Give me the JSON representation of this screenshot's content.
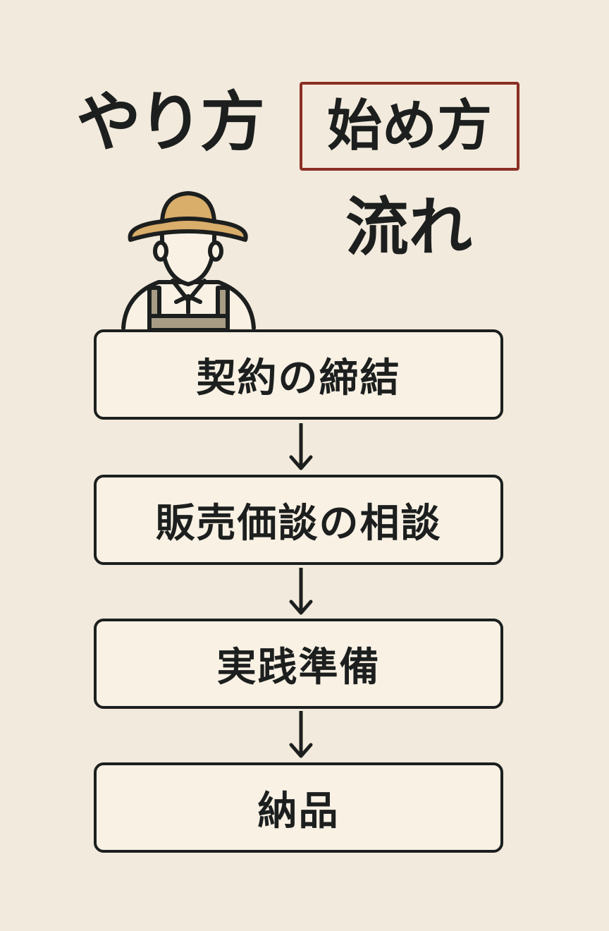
{
  "title": {
    "part1": "やり方",
    "part2_boxed": "始め方",
    "part3": "流れ"
  },
  "steps": [
    {
      "label": "契約の締結"
    },
    {
      "label": "販売価談の相談"
    },
    {
      "label": "実践準備"
    },
    {
      "label": "納品"
    }
  ],
  "colors": {
    "background": "#f2eadc",
    "accent_box": "#8b2f25",
    "hat": "#d9ad6a",
    "apron": "#a89c85"
  }
}
